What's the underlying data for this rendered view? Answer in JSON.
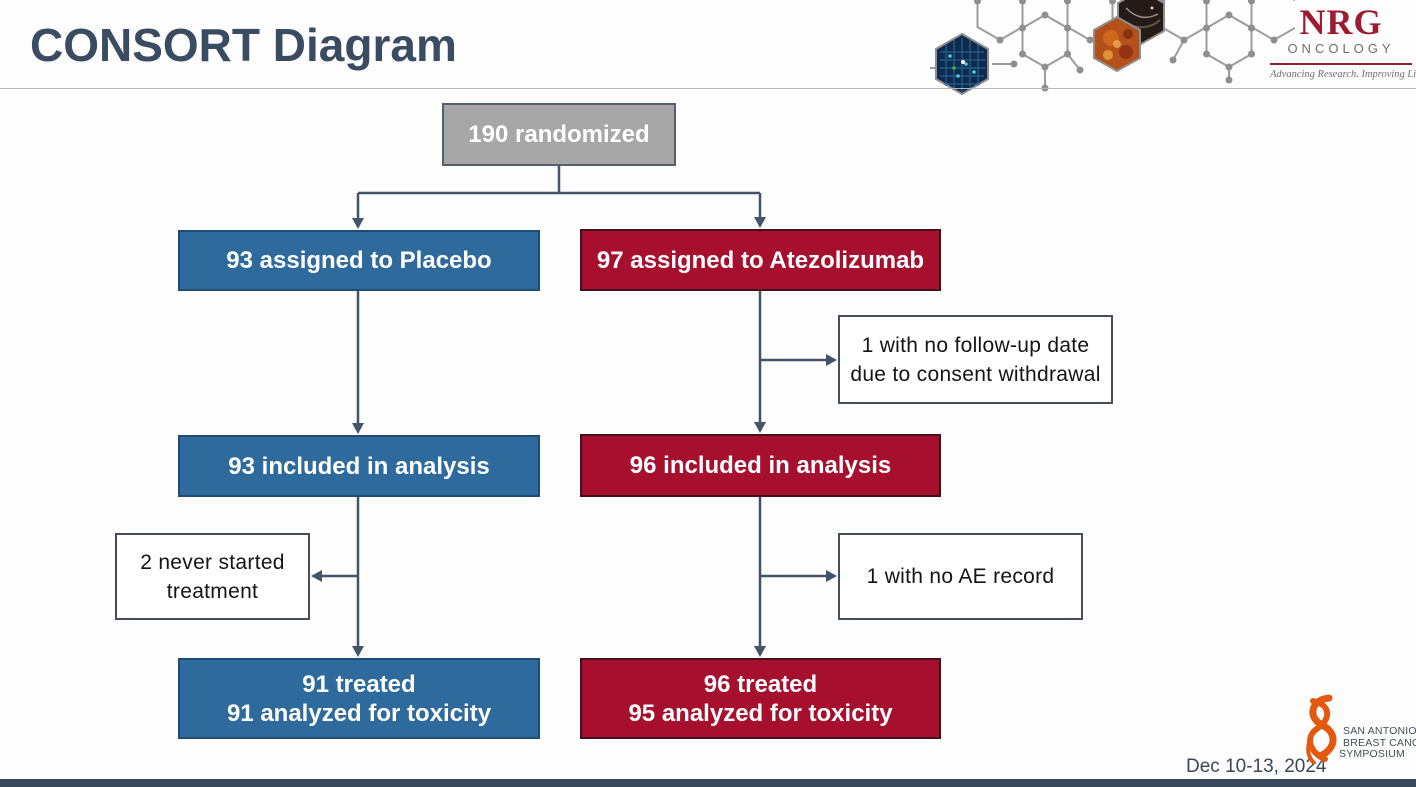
{
  "header": {
    "title": "CONSORT Diagram",
    "nrg_logo": {
      "name": "NRG",
      "division": "ONCOLOGY",
      "tagline": "Advancing Research. Improving Lives.™"
    }
  },
  "diagram": {
    "root_label": "190 randomized",
    "arms": [
      {
        "name": "Placebo",
        "assigned_label": "93 assigned to Placebo",
        "included_label": "93 included in analysis",
        "treated_lines": [
          "91 treated",
          "91 analyzed for toxicity"
        ],
        "exclusions": [
          "2 never started treatment"
        ]
      },
      {
        "name": "Atezolizumab",
        "assigned_label": "97 assigned to Atezolizumab",
        "included_label": "96 included in analysis",
        "treated_lines": [
          "96 treated",
          "95 analyzed for toxicity"
        ],
        "exclusions": [
          "1 with no follow-up date due to consent withdrawal",
          "1 with no AE record"
        ]
      }
    ]
  },
  "footer": {
    "date": "Dec 10-13, 2024",
    "sabcs_logo": {
      "line1": "SAN ANTONIO",
      "line2": "BREAST CANCER",
      "line3": "SYMPOSIUM"
    }
  },
  "colors": {
    "title_text": "#3A4C61",
    "randomized_box": "#A7A7A7",
    "placebo_box": "#2E6A9B",
    "atezolizumab_box": "#A60F2D",
    "connector": "#44546A",
    "nrg_red": "#9E1B32",
    "sabcs_orange": "#E4590F",
    "footer_bar": "#39495C"
  }
}
